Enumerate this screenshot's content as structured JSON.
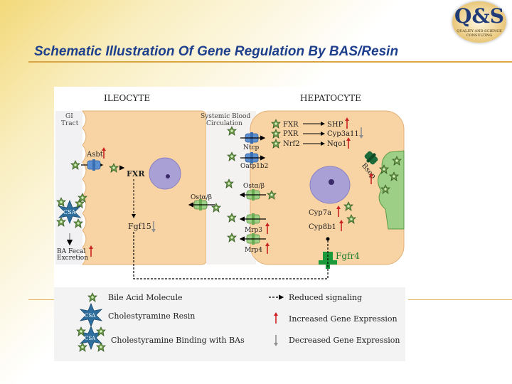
{
  "slide": {
    "title": "Schematic Illustration Of Gene Regulation By BAS/Resin"
  },
  "logo": {
    "letters": "Q&S",
    "subtitle_line1": "QUALITY AND SCIENCE",
    "subtitle_line2": "CONSULTING"
  },
  "diagram": {
    "ileocyte_title": "ILEOCYTE",
    "hepatocyte_title": "HEPATOCYTE",
    "gi_tract_line1": "GI",
    "gi_tract_line2": "Tract",
    "systemic_line1": "Systemic Blood",
    "systemic_line2": "Circulation",
    "asbt": "Asbt",
    "fxr_ileo": "FXR",
    "csa": "CSA",
    "ost_ileo": "Ostα/β",
    "fgf15": "Fgf15",
    "ba_fecal_line1": "BA Fecal",
    "ba_fecal_line2": "Excretion",
    "ntcp": "Ntcp",
    "oatp": "Oatp1b2",
    "ost_hep": "Ostα/β",
    "mrp3": "Mrp3",
    "mrp4": "Mrp4",
    "fxr_hep": "FXR",
    "pxr": "PXR",
    "nrf2": "Nrf2",
    "shp": "SHP",
    "cyp3a11": "Cyp3a11",
    "nqo1": "Nqo1",
    "bsep": "Bsep",
    "cyp7a": "Cyp7a",
    "cyp8b1": "Cyp8b1",
    "fgfr4": "Fgfr4"
  },
  "legend": {
    "bile_acid": "Bile Acid Molecule",
    "resin": "Cholestyramine Resin",
    "binding": "Cholestyramine Binding with BAs",
    "reduced": "Reduced signaling",
    "increased": "Increased Gene Expression",
    "decreased": "Decreased Gene Expression",
    "csa_small": "CSA"
  },
  "colors": {
    "title": "#1d3f8c",
    "cell": "#f8d4a4",
    "nucleus": "#a9a1d6",
    "transporter": "#5b8fd0",
    "up_arrow": "#cc2222",
    "down_arrow": "#8f8f8f",
    "bile_acid": "#6a9a4a",
    "resin": "#2e6f9e",
    "fgfr4": "#1a9a3a"
  }
}
